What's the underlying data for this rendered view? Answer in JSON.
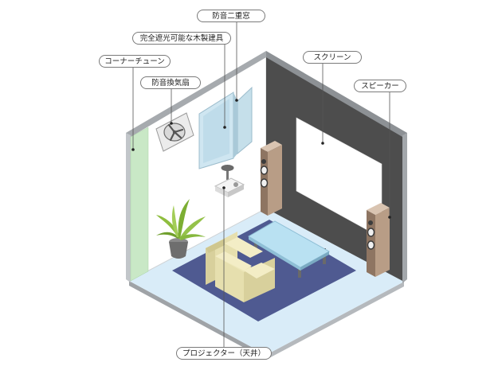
{
  "labels": {
    "soundproof_double_window": "防音二重窓",
    "blackout_wooden_shutter": "完全遮光可能な木製建具",
    "corner_tune": "コーナーチューン",
    "soundproof_fan": "防音換気扇",
    "screen": "スクリーン",
    "speaker": "スピーカー",
    "projector": "プロジェクター（天井）"
  },
  "colors": {
    "right_wall": "#4d4d4d",
    "left_wall": "#ffffff",
    "floor": "#d9ecf8",
    "rug": "#4f5a91",
    "corner_panel": "#c9e8c6",
    "screen": "#ffffff",
    "speaker_body": "#b89d86",
    "sofa": "#ece6b8",
    "table_top": "#b9e1f2"
  }
}
